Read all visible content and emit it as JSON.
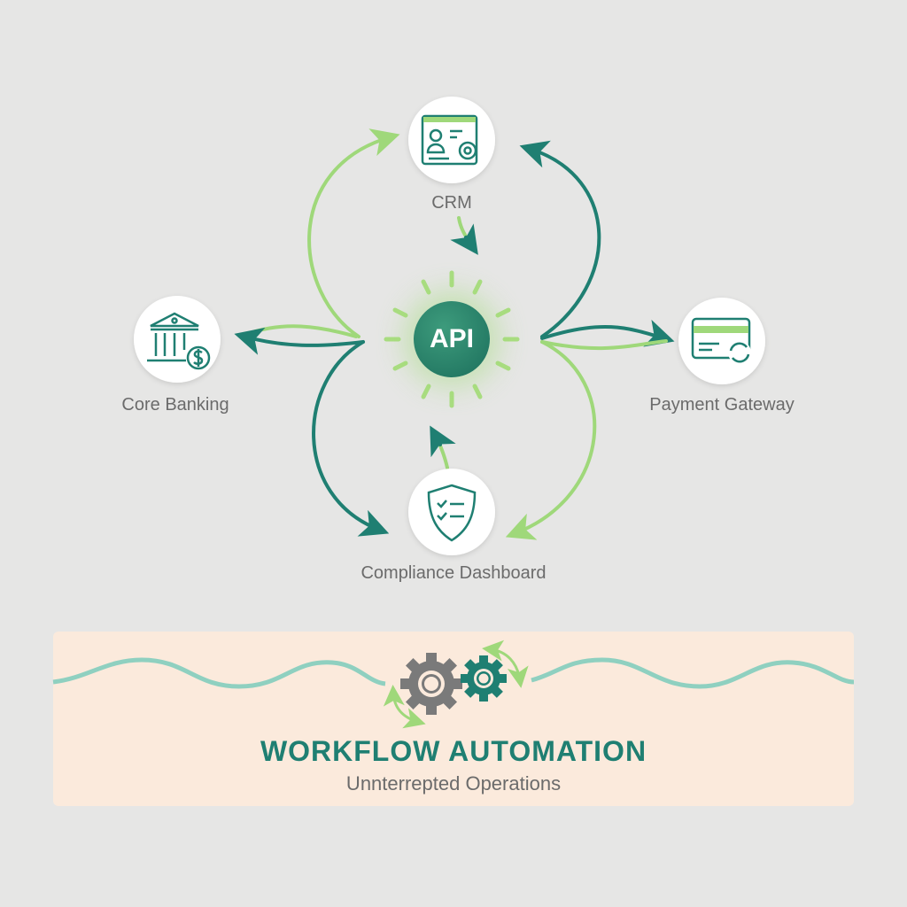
{
  "nodes": {
    "crm": {
      "label": "CRM",
      "icon": "crm-profile-gear-icon"
    },
    "core_banking": {
      "label": "Core Banking",
      "icon": "bank-dollar-icon"
    },
    "payment_gateway": {
      "label": "Payment Gateway",
      "icon": "card-sync-icon"
    },
    "compliance": {
      "label": "Compliance Dashboard",
      "icon": "shield-checklist-icon"
    },
    "hub": {
      "label": "API"
    }
  },
  "banner": {
    "title": "WORKFLOW AUTOMATION",
    "subtitle": "Unnterrepted Operations"
  },
  "colors": {
    "teal": "#1f7f72",
    "light_green": "#9fd87a",
    "wave": "#8fd0c0",
    "banner_bg": "#fbeadc",
    "gear_gray": "#7a7a7a"
  }
}
